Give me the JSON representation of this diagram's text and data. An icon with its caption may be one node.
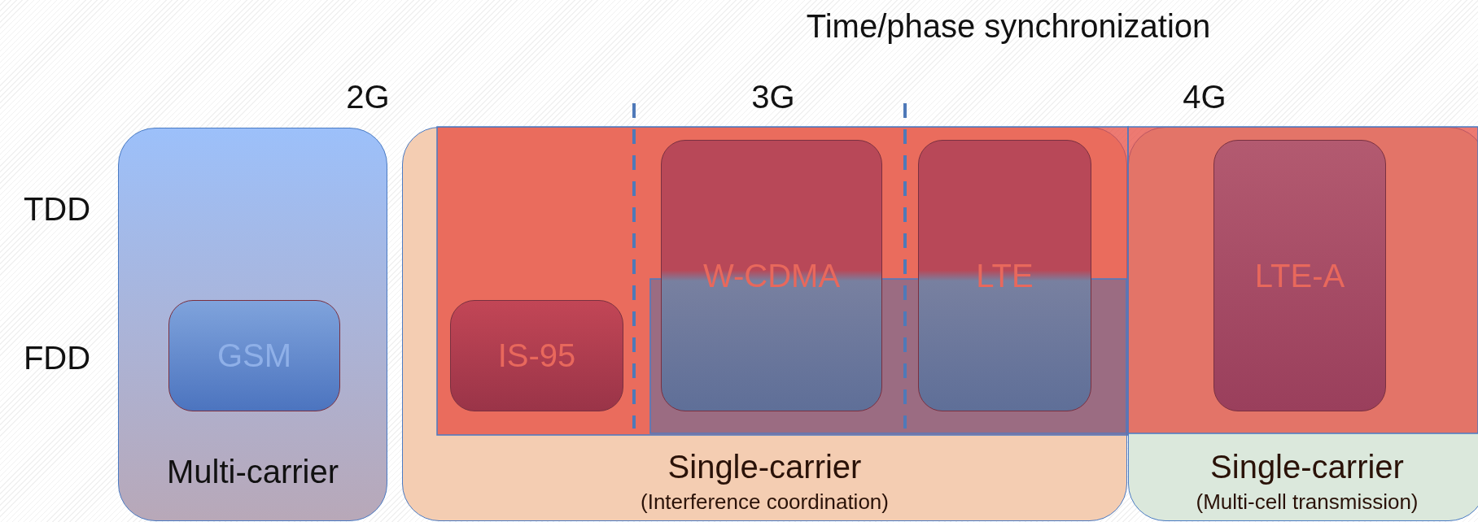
{
  "diagram": {
    "title": "Time/phase synchronization",
    "nodes": [
      {
        "text": [
          "Multi-carrier"
        ]
      },
      {
        "text": [
          "GSM"
        ],
        "in": 0
      },
      {
        "text": [
          "Single-carrier",
          "(Interference coordination)"
        ]
      },
      {
        "text": [
          "IS-95"
        ],
        "in": 2
      },
      {
        "text": [
          "W-CDMA"
        ],
        "in": 2
      },
      {
        "text": [
          "LTE"
        ],
        "in": 2
      },
      {
        "text": [
          "Single-carrier",
          "(Multi-cell transmission)"
        ]
      },
      {
        "text": [
          "LTE-A"
        ],
        "in": 6
      }
    ],
    "labels": [
      "2G",
      "3G",
      "4G",
      "TDD",
      "FDD"
    ]
  }
}
